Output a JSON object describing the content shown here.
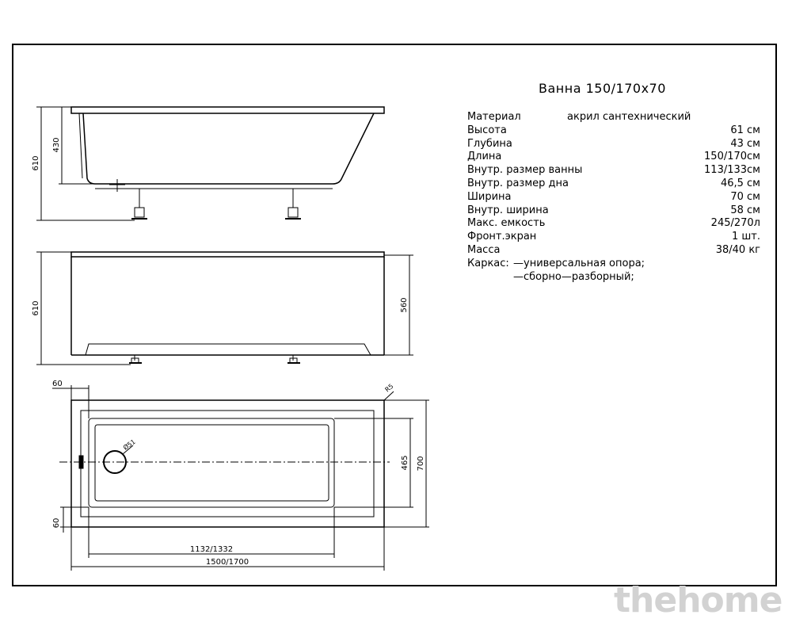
{
  "title": "Ванна  150/170х70",
  "specs": [
    {
      "label": "Материал",
      "extra": "акрил сантехнический",
      "value": ""
    },
    {
      "label": "Высота",
      "extra": "",
      "value": "61  см"
    },
    {
      "label": "Глубина",
      "extra": "",
      "value": "43  см"
    },
    {
      "label": "Длина",
      "extra": "",
      "value": "150/170см"
    },
    {
      "label": "Внутр. размер ванны",
      "extra": "",
      "value": "113/133см"
    },
    {
      "label": "Внутр. размер дна",
      "extra": "",
      "value": "46,5  см"
    },
    {
      "label": "Ширина",
      "extra": "",
      "value": "70  см"
    },
    {
      "label": "Внутр. ширина",
      "extra": "",
      "value": "58  см"
    },
    {
      "label": "Макс. емкость",
      "extra": "",
      "value": "245/270л"
    },
    {
      "label": "Фронт.экран",
      "extra": "",
      "value": "1  шт."
    },
    {
      "label": "Масса",
      "extra": "",
      "value": "38/40  кг"
    }
  ],
  "frame": {
    "label": "Каркас:",
    "items": [
      "—универсальная опора;",
      "—сборно—разборный;"
    ]
  },
  "dimensions": {
    "side_height": "610",
    "side_depth": "430",
    "front_height": "610",
    "front_panel": "560",
    "rim_top": "60",
    "rim_bottom": "60",
    "drain": "Ø51",
    "corner_radius": "R5",
    "inner_width": "465",
    "outer_width": "700",
    "inner_length": "1132/1332",
    "outer_length": "1500/1700"
  },
  "watermark": "thehome"
}
